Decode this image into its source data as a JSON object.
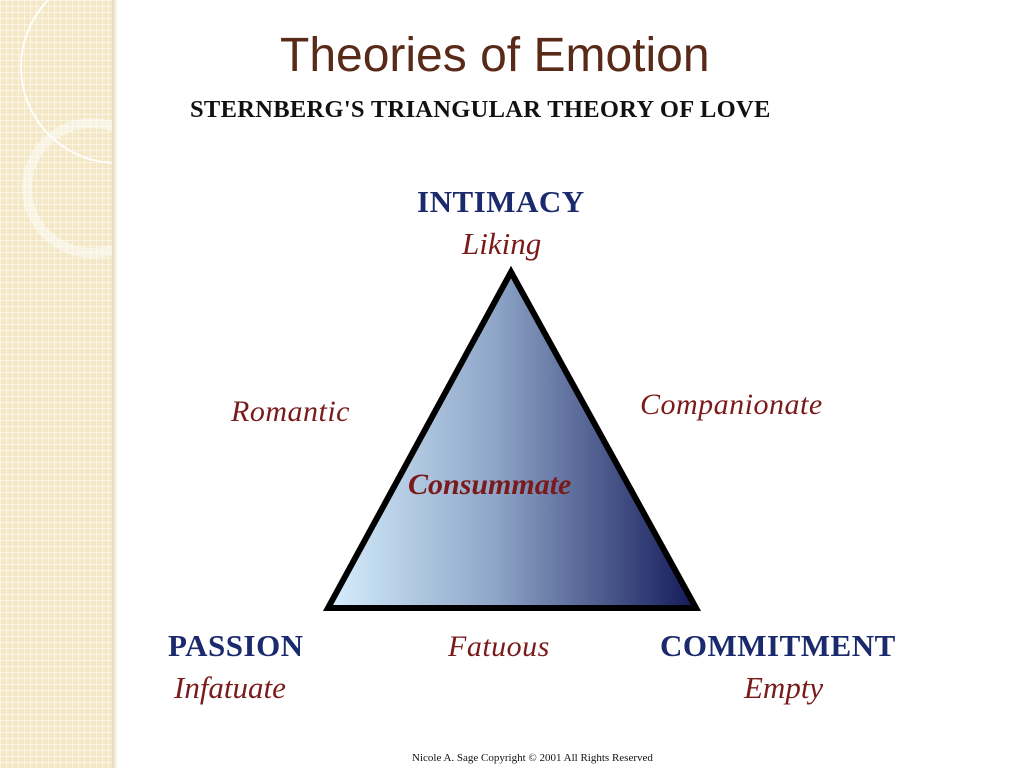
{
  "slide": {
    "title": "Theories of Emotion"
  },
  "diagram": {
    "title": "STERNBERG'S TRIANGULAR THEORY OF LOVE",
    "vertices": {
      "top": {
        "label": "INTIMACY",
        "sub": "Liking"
      },
      "left": {
        "label": "PASSION",
        "sub": "Infatuate"
      },
      "right": {
        "label": "COMMITMENT",
        "sub": "Empty"
      }
    },
    "edges": {
      "left": "Romantic",
      "right": "Companionate",
      "bottom": "Fatuous"
    },
    "center": "Consummate",
    "copyright": "Nicole A. Sage Copyright © 2001 All Rights Reserved"
  },
  "colors": {
    "title": "#5a2a18",
    "vertex_label": "#1a2a6c",
    "italic_label": "#7a1a1a",
    "gradient_light": "#d6eefc",
    "gradient_dark": "#141a5a",
    "side_strip": "#f3e7c6"
  }
}
